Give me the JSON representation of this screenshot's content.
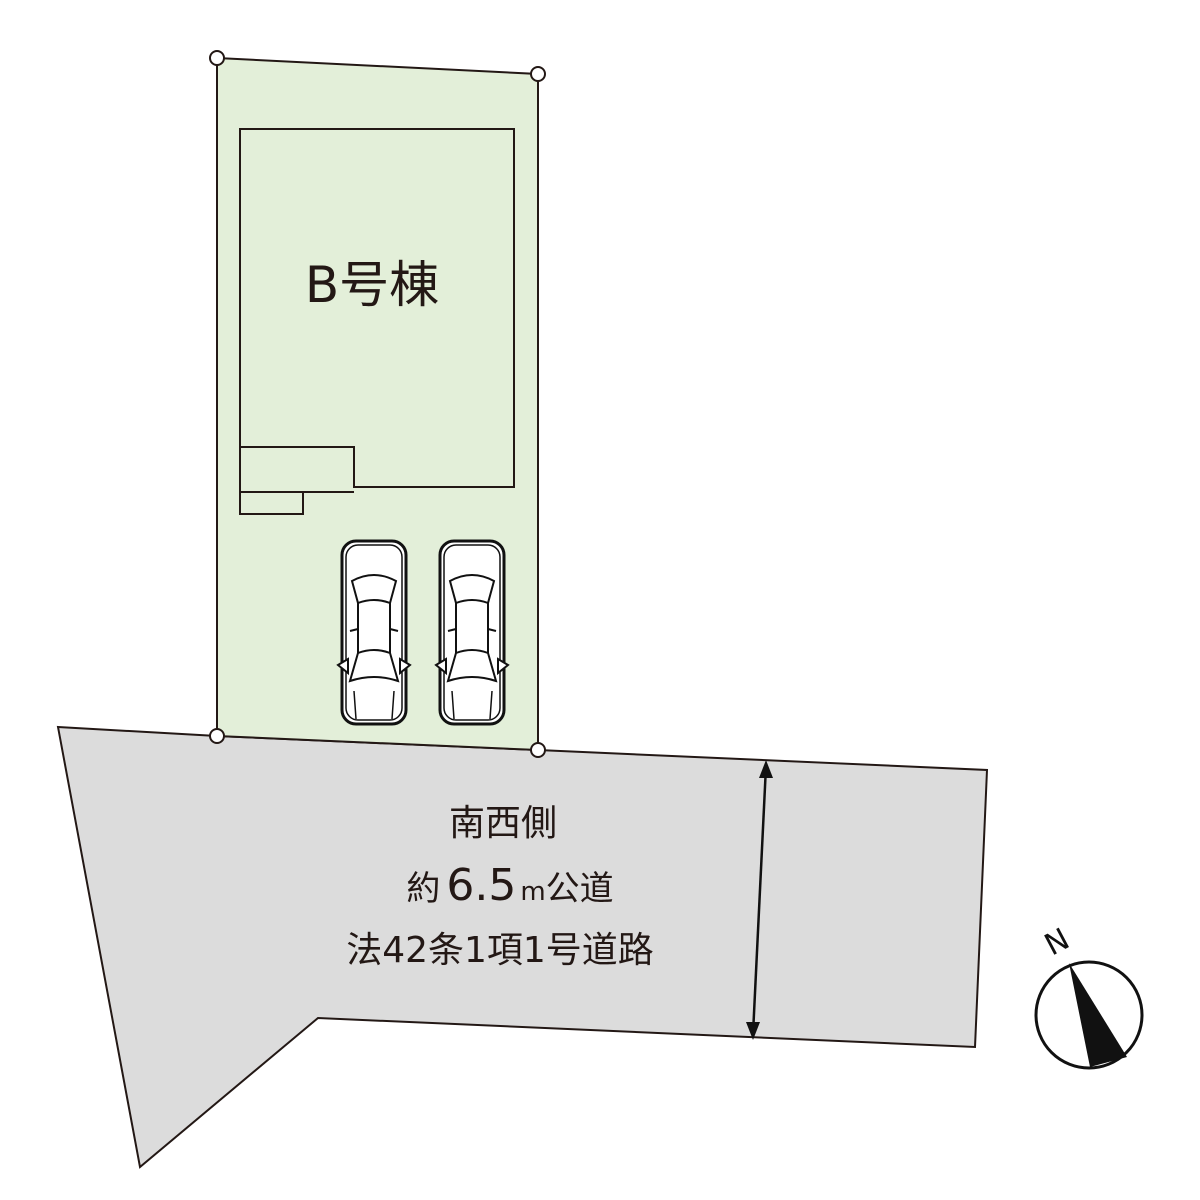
{
  "lot": {
    "building_label": "B号棟",
    "fill_color": "#e3efd9"
  },
  "road": {
    "fill_color": "#dcdcdc",
    "side": "南西側",
    "width_prefix": "約",
    "width_value": "6.5",
    "width_unit": "m",
    "road_type": "公道",
    "legal_class": "法42条1項1号道路"
  },
  "compass": {
    "north_label": "N"
  },
  "parking": {
    "car_count": 2
  }
}
